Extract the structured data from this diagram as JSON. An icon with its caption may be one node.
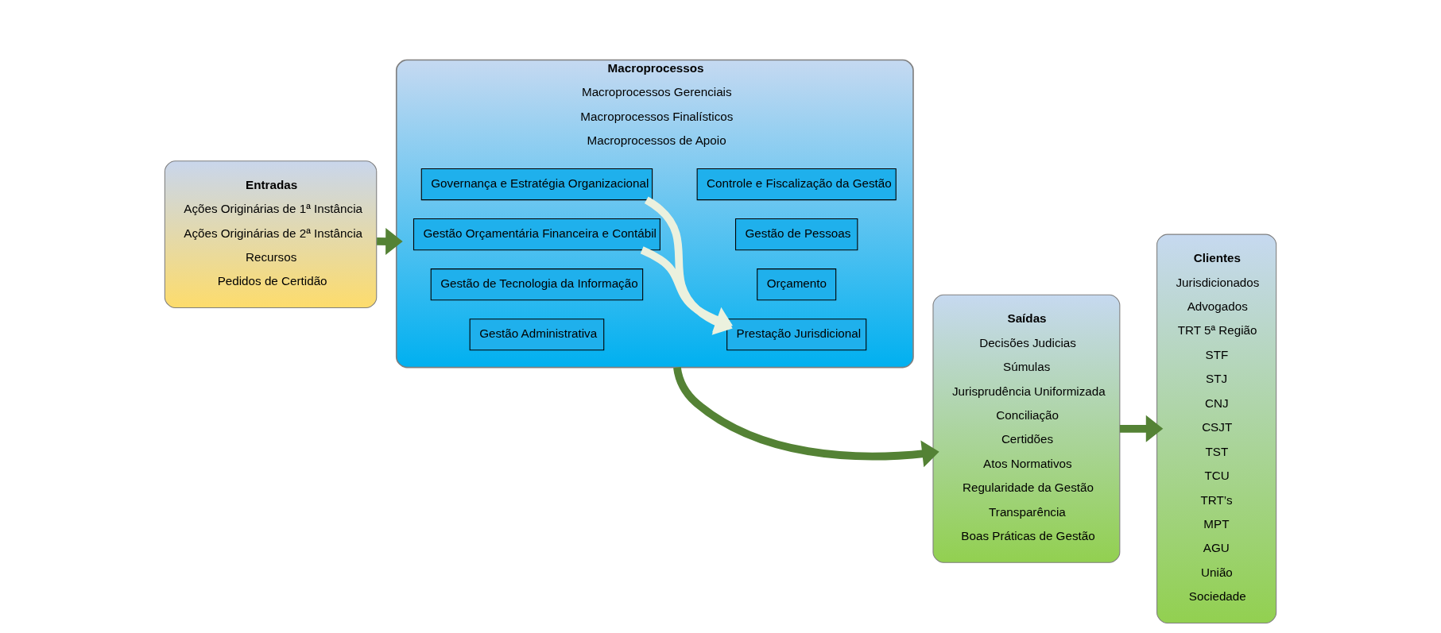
{
  "diagram": {
    "nodes": [
      {
        "text": [
          "Entradas",
          "Ações Originárias de 1ª Instância",
          "Ações Originárias de 2ª Instância",
          "Recursos",
          "Pedidos de Certidão"
        ]
      },
      {
        "text": [
          "Macroprocessos",
          "Macroprocessos Gerenciais",
          "Macroprocessos Finalísticos",
          "Macroprocessos de Apoio"
        ]
      },
      {
        "text": [
          "Governança e Estratégia Organizacional"
        ],
        "in": 1
      },
      {
        "text": [
          "Controle e Fiscalização da Gestão"
        ],
        "in": 1
      },
      {
        "text": [
          "Prestação Jurisdicional"
        ],
        "in": 1
      },
      {
        "text": [
          "Gestão de Pessoas"
        ],
        "in": 1
      },
      {
        "text": [
          "Gestão Orçamentária Financeira e Contábil"
        ],
        "in": 1
      },
      {
        "text": [
          "Orçamento"
        ],
        "in": 1
      },
      {
        "text": [
          "Gestão de Tecnologia da Informação"
        ],
        "in": 1
      },
      {
        "text": [
          "Gestão Administrativa"
        ],
        "in": 1
      },
      {
        "text": [
          "Saídas",
          "Decisões Judicias",
          "Súmulas",
          "Jurisprudência Uniformizada",
          "Conciliação",
          "Certidões",
          "Atos Normativos",
          "Regularidade da Gestão",
          "Transparência",
          "Boas Práticas de Gestão"
        ]
      },
      {
        "text": [
          "Clientes",
          "Jurisdicionados",
          "Advogados",
          "TRT 5ª Região",
          "STF",
          "STJ",
          "CNJ",
          "CSJT",
          "TST",
          "TCU",
          "TRT’s",
          "MPT",
          "AGU",
          "União",
          "Sociedade"
        ]
      }
    ],
    "edges": [
      {
        "from": 0,
        "to": 1,
        "arrow": "to"
      },
      {
        "from": 1,
        "to": 10,
        "arrow": "to"
      },
      {
        "from": 10,
        "to": 11,
        "arrow": "to"
      },
      {
        "from": 2,
        "to": 4,
        "arrow": "to",
        "color": "#ebf1de"
      },
      {
        "from": 6,
        "to": 4,
        "arrow": "to",
        "color": "#ebf1de"
      }
    ]
  }
}
